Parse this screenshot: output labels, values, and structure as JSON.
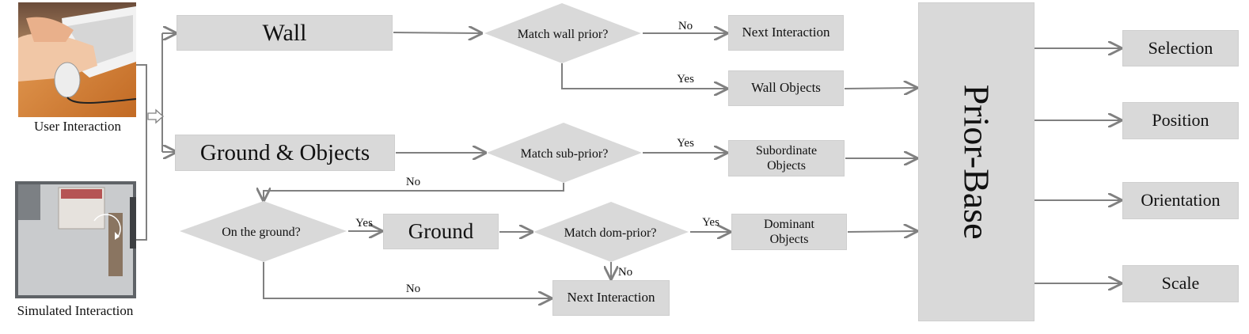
{
  "colors": {
    "node_fill": "#d9d9d9",
    "arrow": "#808080",
    "text": "#111111"
  },
  "inputs": {
    "user_interaction": "User Interaction",
    "simulated_interaction": "Simulated Interaction"
  },
  "nodes": {
    "wall": "Wall",
    "ground_objects": "Ground & Objects",
    "match_wall_prior": "Match wall prior?",
    "next_interaction_top": "Next Interaction",
    "wall_objects": "Wall Objects",
    "match_sub_prior": "Match sub-prior?",
    "subordinate_objects_line1": "Subordinate",
    "subordinate_objects_line2": "Objects",
    "on_the_ground": "On the ground?",
    "ground": "Ground",
    "match_dom_prior": "Match dom-prior?",
    "dominant_objects_line1": "Dominant",
    "dominant_objects_line2": "Objects",
    "next_interaction_bottom": "Next Interaction",
    "prior_base": "Prior-Base"
  },
  "outputs": [
    "Selection",
    "Position",
    "Orientation",
    "Scale"
  ],
  "edge_labels": {
    "wall_no": "No",
    "wall_yes": "Yes",
    "sub_yes": "Yes",
    "sub_no": "No",
    "ground_yes": "Yes",
    "ground_no": "No",
    "dom_yes": "Yes",
    "dom_no": "No"
  }
}
